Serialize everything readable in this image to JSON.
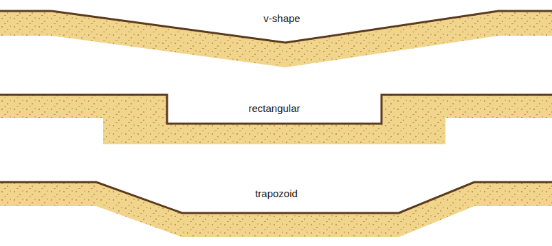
{
  "diagram": {
    "labels": [
      "v-shape",
      "rectangular",
      "trapozoid"
    ]
  }
}
